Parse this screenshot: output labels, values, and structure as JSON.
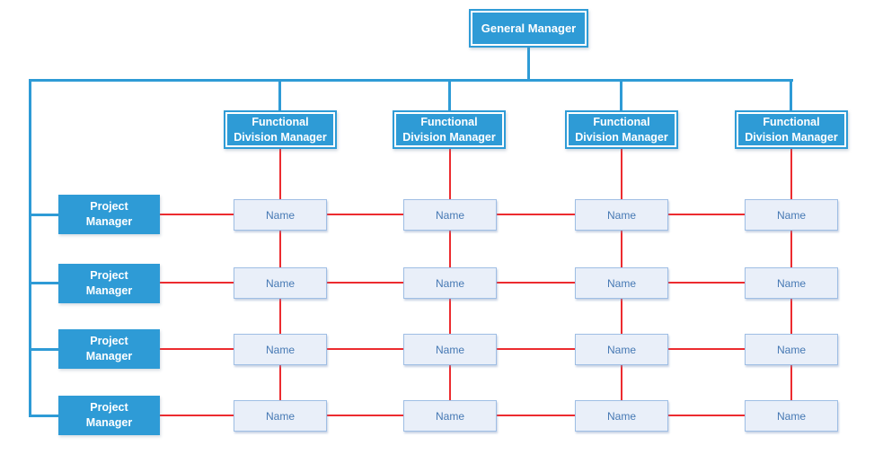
{
  "diagram": {
    "type": "matrix-organization-chart",
    "functional_columns": 4,
    "project_rows": 4
  },
  "colors": {
    "blue": "#2E9BD6",
    "red": "#EC2B2F",
    "name_fill": "#E9EFF9",
    "name_border": "#9FBEE4",
    "name_text": "#4679B4",
    "white": "#FFFFFF"
  },
  "nodes": {
    "general_manager": {
      "label": "General Manager"
    },
    "functional_manager": {
      "lines": [
        "Functional",
        "Division Manager"
      ]
    },
    "project_manager": {
      "lines": [
        "Project",
        "Manager"
      ]
    },
    "member": {
      "label": "Name"
    }
  }
}
